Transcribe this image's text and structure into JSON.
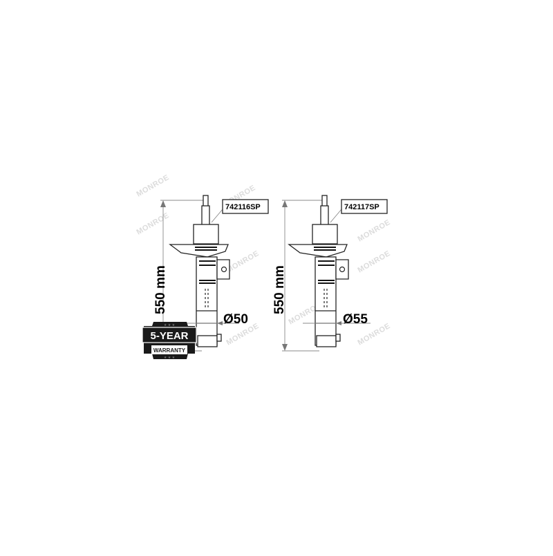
{
  "watermark_text": "MONROE",
  "struts": [
    {
      "part_code": "742116SP",
      "length_label": "550 mm",
      "diameter_label": "Ø50"
    },
    {
      "part_code": "742117SP",
      "length_label": "550 mm",
      "diameter_label": "Ø55"
    }
  ],
  "warranty_badge": {
    "line1": "5-YEAR",
    "line2": "WARRANTY"
  },
  "colors": {
    "line": "#222222",
    "dimension_line": "#888888",
    "watermark": "#dcdcdc",
    "badge": "#1a1a1a"
  }
}
